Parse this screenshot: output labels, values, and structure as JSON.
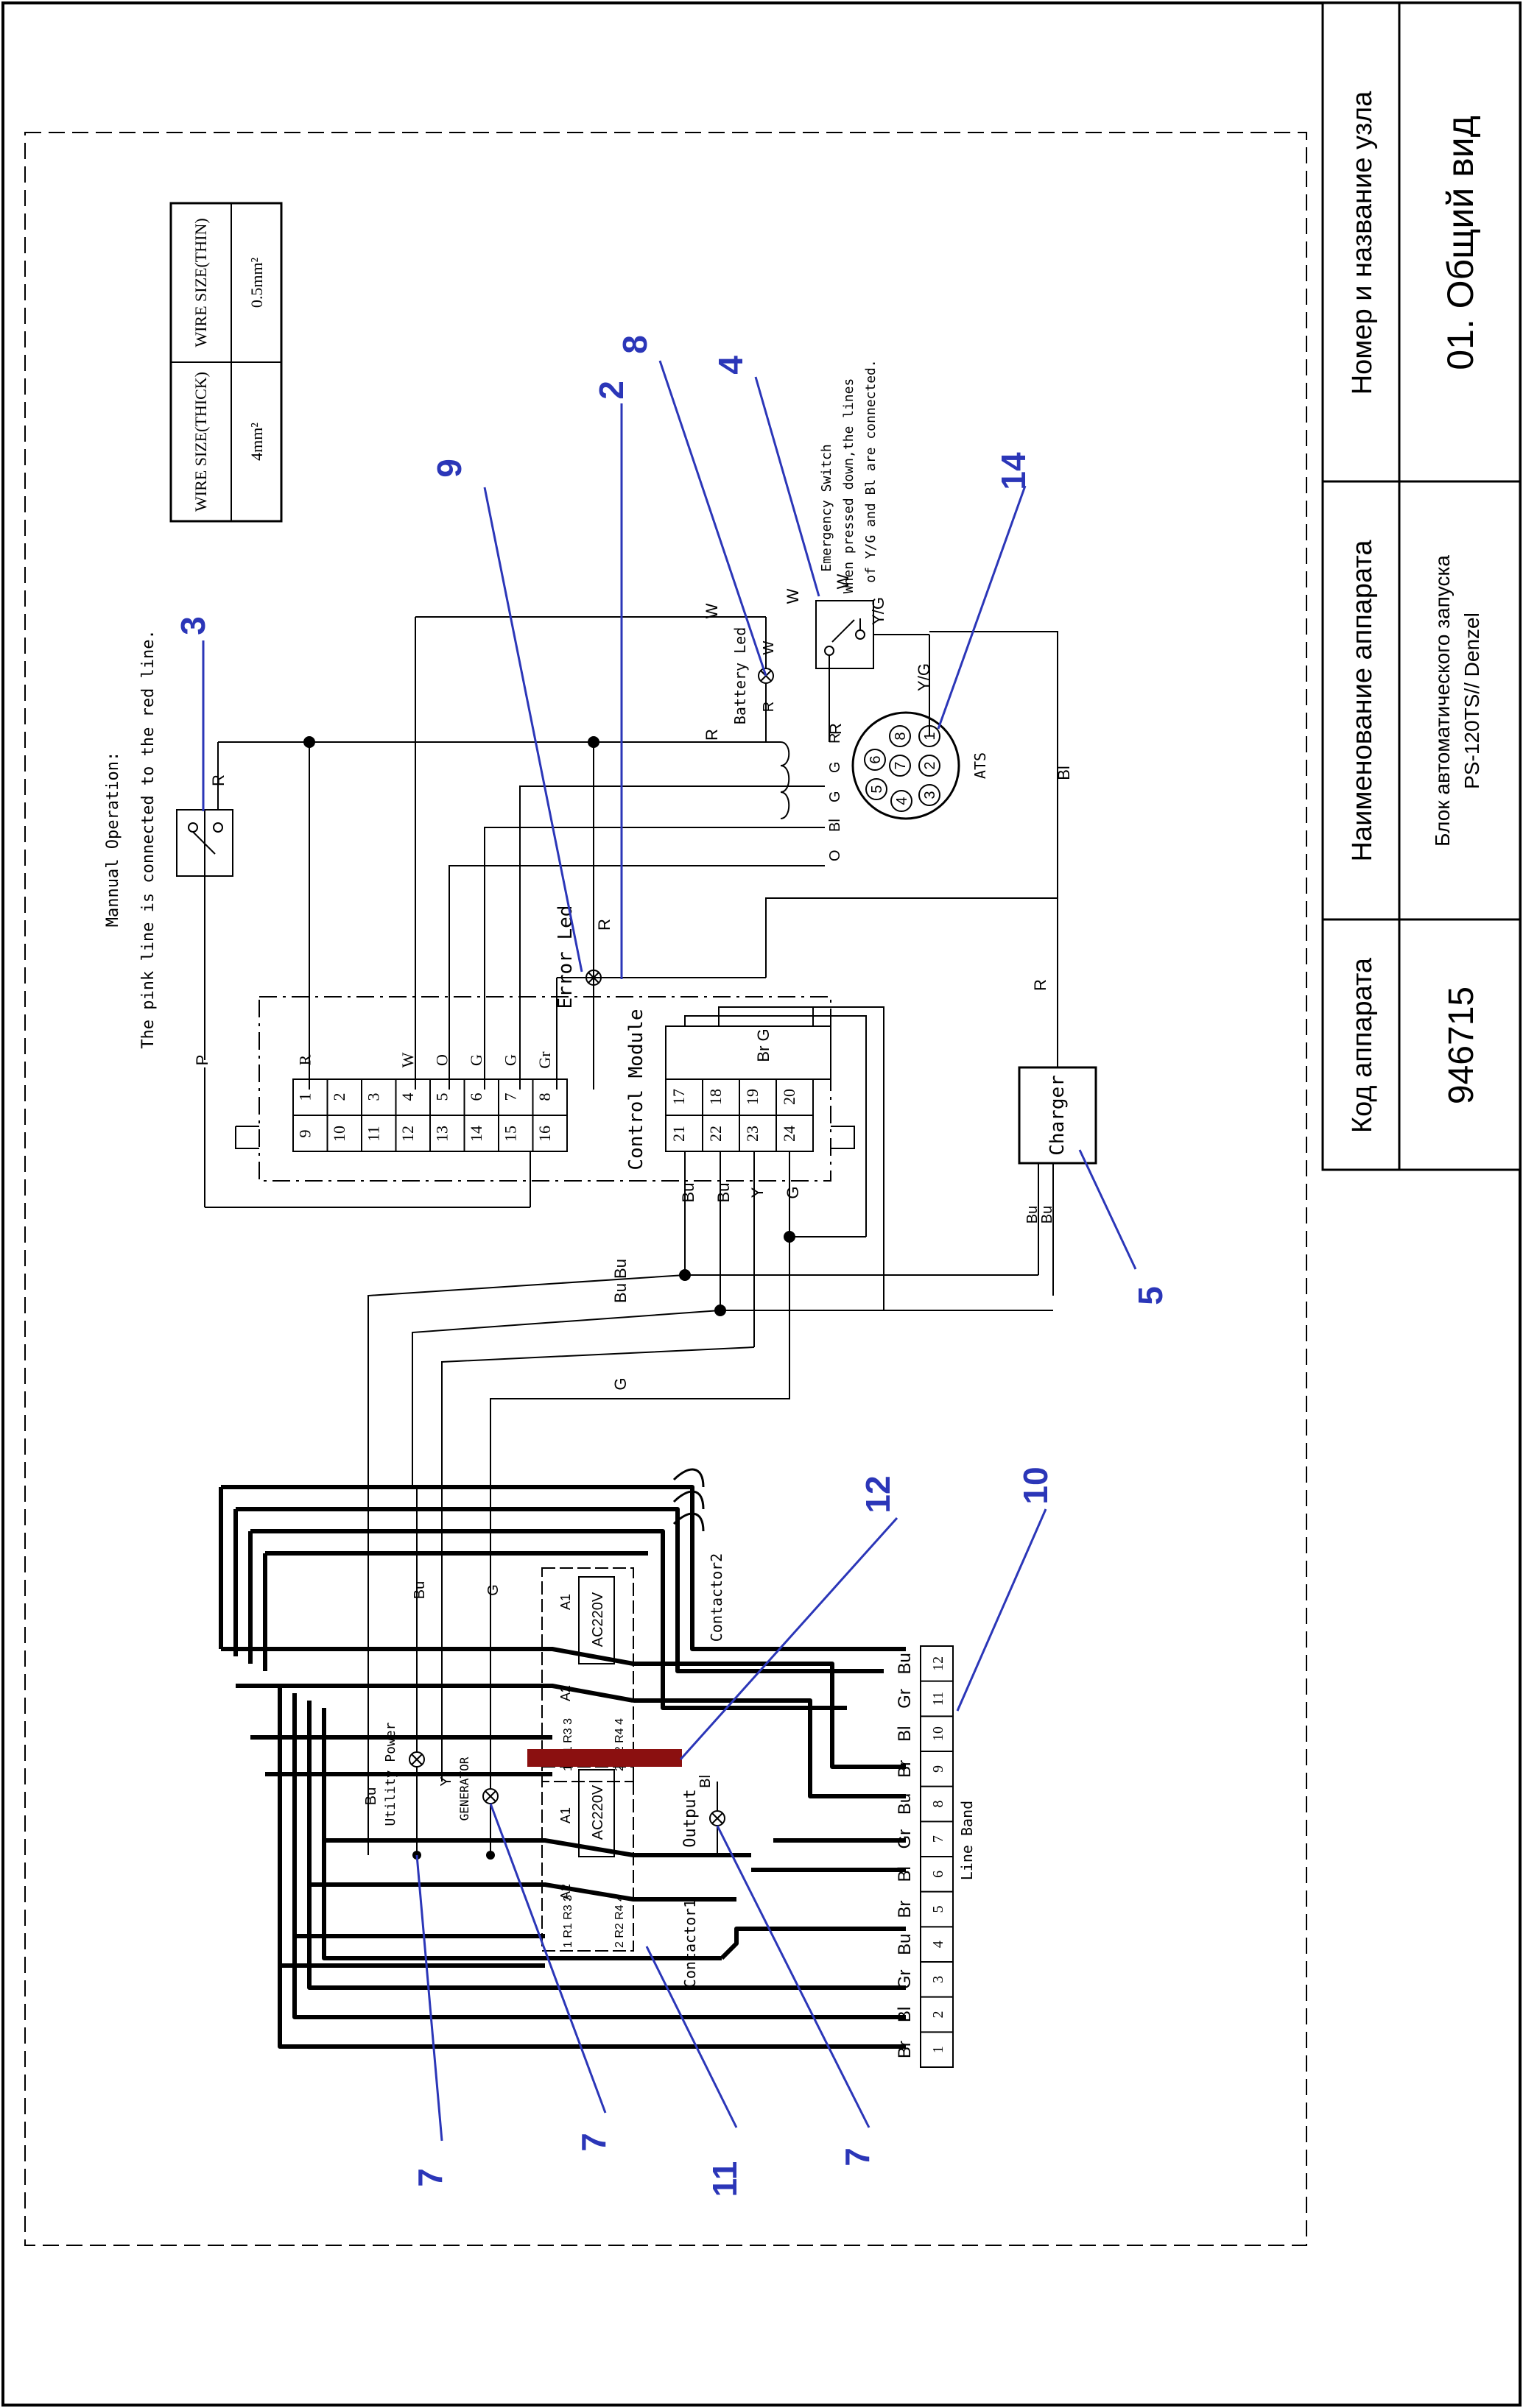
{
  "colors": {
    "ink": "#000000",
    "callout": "#2b36b8",
    "highlight": "#8b1010",
    "paper": "#ffffff"
  },
  "title_block": {
    "col1_header": "Код аппарата",
    "col1_value": "946715",
    "col2_header": "Наименование аппарата",
    "col2_value_line1": "Блок автоматического запуска",
    "col2_value_line2": "PS-120TS// Denzel",
    "col3_header": "Номер и название узла",
    "col3_value": "01. Общий вид"
  },
  "wire_table": {
    "thick_header": "WIRE SIZE(THICK)",
    "thick_value": "4mm²",
    "thin_header": "WIRE SIZE(THIN)",
    "thin_value": "0.5mm²"
  },
  "notes": {
    "manual_line1": "Mannual Operation:",
    "manual_line2": "The pink line is connected to the red line.",
    "emergency_line1": "Emergency Switch",
    "emergency_line2": "When pressed down,the lines",
    "emergency_line3": "of Y/G and Bl are connected."
  },
  "labels": {
    "control_module": "Control Module",
    "error_led": "Error Led",
    "battery_led": "Battery Led",
    "charger": "Charger",
    "ats": "ATS",
    "contactor1": "Contactor1",
    "contactor2": "Contactor2",
    "line_band": "Line Band",
    "generator": "GENERATOR",
    "utility_power": "Utility Power",
    "output": "Output",
    "ac220v": "AC220V"
  },
  "connector_top_row": [
    "1",
    "2",
    "3",
    "4",
    "5",
    "6",
    "7",
    "8"
  ],
  "connector_bottom_row": [
    "9",
    "10",
    "11",
    "12",
    "13",
    "14",
    "15",
    "16"
  ],
  "connector_wires": [
    "R",
    "",
    "",
    "W",
    "O",
    "G",
    "G",
    "Gr"
  ],
  "cm_right_top": [
    "17",
    "18",
    "19",
    "20"
  ],
  "cm_right_bottom": [
    "21",
    "22",
    "23",
    "24"
  ],
  "ats_pins": [
    "1",
    "2",
    "3",
    "4",
    "5",
    "6",
    "7",
    "8"
  ],
  "line_band_numbers": [
    "1",
    "2",
    "3",
    "4",
    "5",
    "6",
    "7",
    "8",
    "9",
    "10",
    "11",
    "12"
  ],
  "line_band_colors": [
    "Br",
    "Bl",
    "Gr",
    "Bu",
    "Br",
    "Bl",
    "Gr",
    "Bu",
    "Br",
    "Bl",
    "Gr",
    "Bu"
  ],
  "callouts": [
    "2",
    "3",
    "4",
    "5",
    "7",
    "7",
    "7",
    "8",
    "9",
    "10",
    "11",
    "12",
    "14"
  ]
}
